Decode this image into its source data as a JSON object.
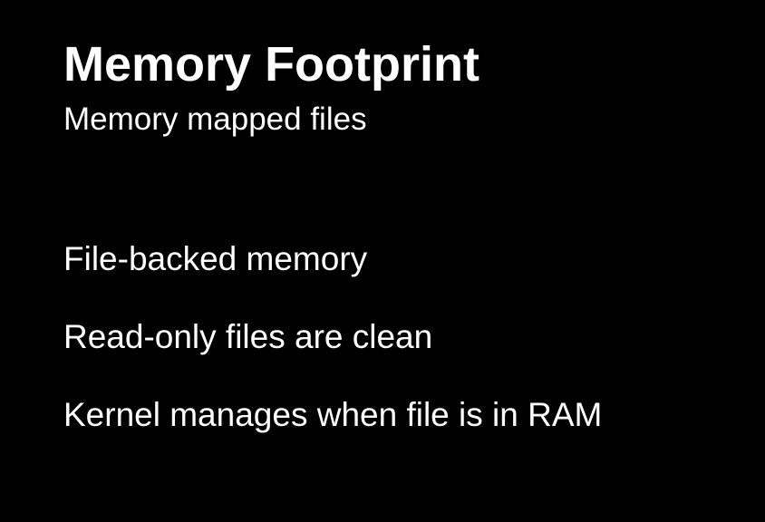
{
  "slide": {
    "title": "Memory Footprint",
    "subtitle": "Memory mapped files",
    "bullets": [
      "File-backed memory",
      "Read-only files are clean",
      "Kernel manages when file is in RAM"
    ],
    "colors": {
      "background": "#000000",
      "text": "#ffffff"
    }
  }
}
